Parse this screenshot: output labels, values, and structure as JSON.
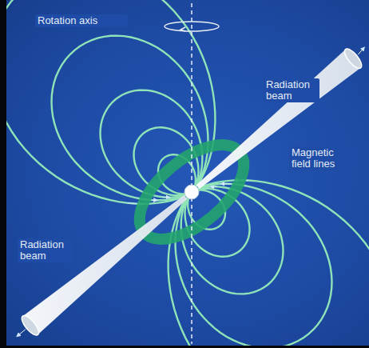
{
  "diagram": {
    "labels": [
      "Rotation axis",
      "Radiation beam",
      "Magnetic field lines",
      "Radiation beam"
    ]
  }
}
